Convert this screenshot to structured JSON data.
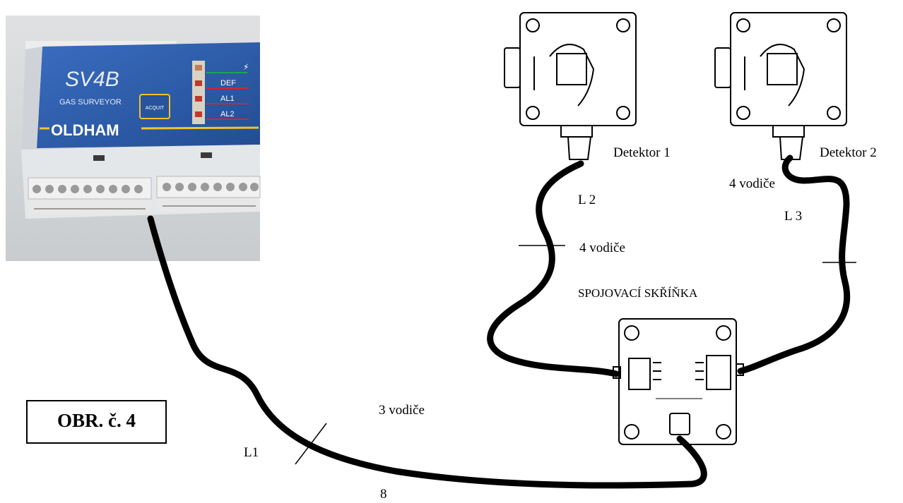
{
  "figure_label": "OBR. č. 4",
  "device": {
    "model": "SV4B",
    "subtitle": "GAS SURVEYOR",
    "button": "ACQUIT",
    "brand": "OLDHAM",
    "indicators": [
      "DEF",
      "AL1",
      "AL2"
    ],
    "colors": {
      "panel": "#2f5fae",
      "panel_dark": "#234a8c",
      "housing": "#e9ecef",
      "green_line": "#1aa84a",
      "red_line": "#d8232a",
      "brand_bar": "#f2c22b"
    }
  },
  "detectors": [
    {
      "label": "Detektor 1"
    },
    {
      "label": "Detektor 2"
    }
  ],
  "junction_box": {
    "label": "SPOJOVACÍ SKŘÍŇKA"
  },
  "cables": [
    {
      "name": "L1",
      "wires": "3 vodiče",
      "extra": "8"
    },
    {
      "name": "L 2",
      "wires": "4 vodiče"
    },
    {
      "name": "L 3",
      "wires": "4 vodiče"
    }
  ]
}
